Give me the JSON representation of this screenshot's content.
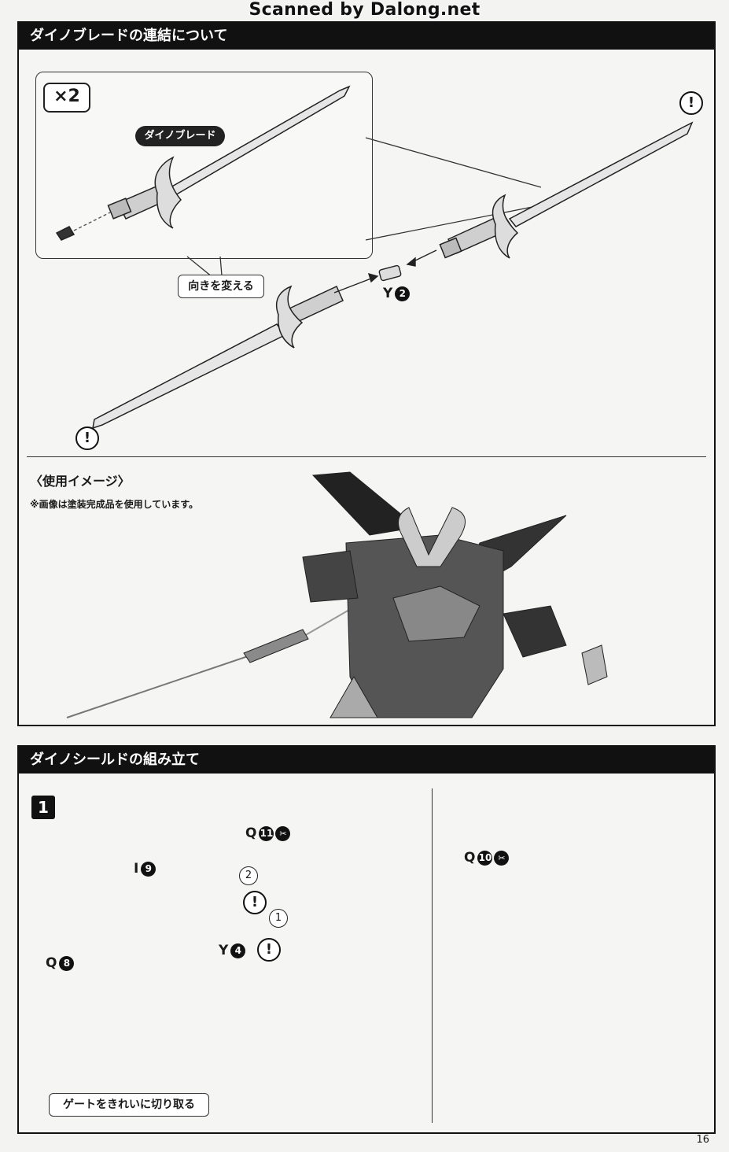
{
  "watermark": "Scanned by Dalong.net",
  "blade_section": {
    "header": "ダイノブレードの連結について",
    "count_badge": "×2",
    "part_name": "ダイノブレード",
    "turn_label": "向きを変える",
    "joint_part": {
      "letter": "Y",
      "number": "2"
    },
    "warning_glyph": "!"
  },
  "usage_section": {
    "title": "〈使用イメージ〉",
    "note": "※画像は塗装完成品を使用しています。"
  },
  "shield_section": {
    "header": "ダイノシールドの組み立て",
    "step_number": "1",
    "parts": {
      "q11": {
        "letter": "Q",
        "number": "11"
      },
      "i9": {
        "letter": "I",
        "number": "9"
      },
      "y4": {
        "letter": "Y",
        "number": "4"
      },
      "q8": {
        "letter": "Q",
        "number": "8"
      },
      "q10": {
        "letter": "Q",
        "number": "10"
      }
    },
    "step_order": [
      "1",
      "2"
    ],
    "gate_label": "ゲートをきれいに切り取る",
    "next_arrow_icon": "arrow-right-icon"
  },
  "page_number": "16"
}
